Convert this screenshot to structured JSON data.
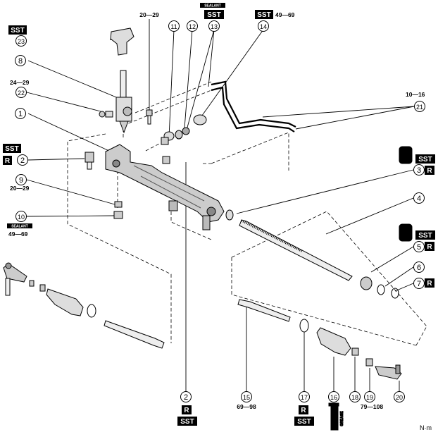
{
  "diagram": {
    "callouts": [
      {
        "id": "c1",
        "num": "1"
      },
      {
        "id": "c2",
        "num": "2"
      },
      {
        "id": "c2b",
        "num": "2"
      },
      {
        "id": "c3",
        "num": "3"
      },
      {
        "id": "c4",
        "num": "4"
      },
      {
        "id": "c5",
        "num": "5"
      },
      {
        "id": "c6",
        "num": "6"
      },
      {
        "id": "c7",
        "num": "7"
      },
      {
        "id": "c8",
        "num": "8"
      },
      {
        "id": "c9",
        "num": "9"
      },
      {
        "id": "c10",
        "num": "10"
      },
      {
        "id": "c11",
        "num": "11"
      },
      {
        "id": "c12",
        "num": "12"
      },
      {
        "id": "c13",
        "num": "13"
      },
      {
        "id": "c14",
        "num": "14"
      },
      {
        "id": "c15",
        "num": "15"
      },
      {
        "id": "c16",
        "num": "16"
      },
      {
        "id": "c17",
        "num": "17"
      },
      {
        "id": "c18",
        "num": "18"
      },
      {
        "id": "c19",
        "num": "19"
      },
      {
        "id": "c20",
        "num": "20"
      },
      {
        "id": "c21",
        "num": "21"
      },
      {
        "id": "c22",
        "num": "22"
      },
      {
        "id": "c23",
        "num": "23"
      }
    ],
    "torques": {
      "t_top": "20—29",
      "t_13": "49—69",
      "t_22": "24—29",
      "t_9": "20—29",
      "t_10": "49—69",
      "t_21": "10—16",
      "t_15": "69—98",
      "t_19": "79—108"
    },
    "tags": {
      "sst": "SST",
      "r": "R",
      "sealant": "SEALANT",
      "atf": "ATF",
      "grease": "GREASE"
    },
    "unit": "N·m"
  }
}
